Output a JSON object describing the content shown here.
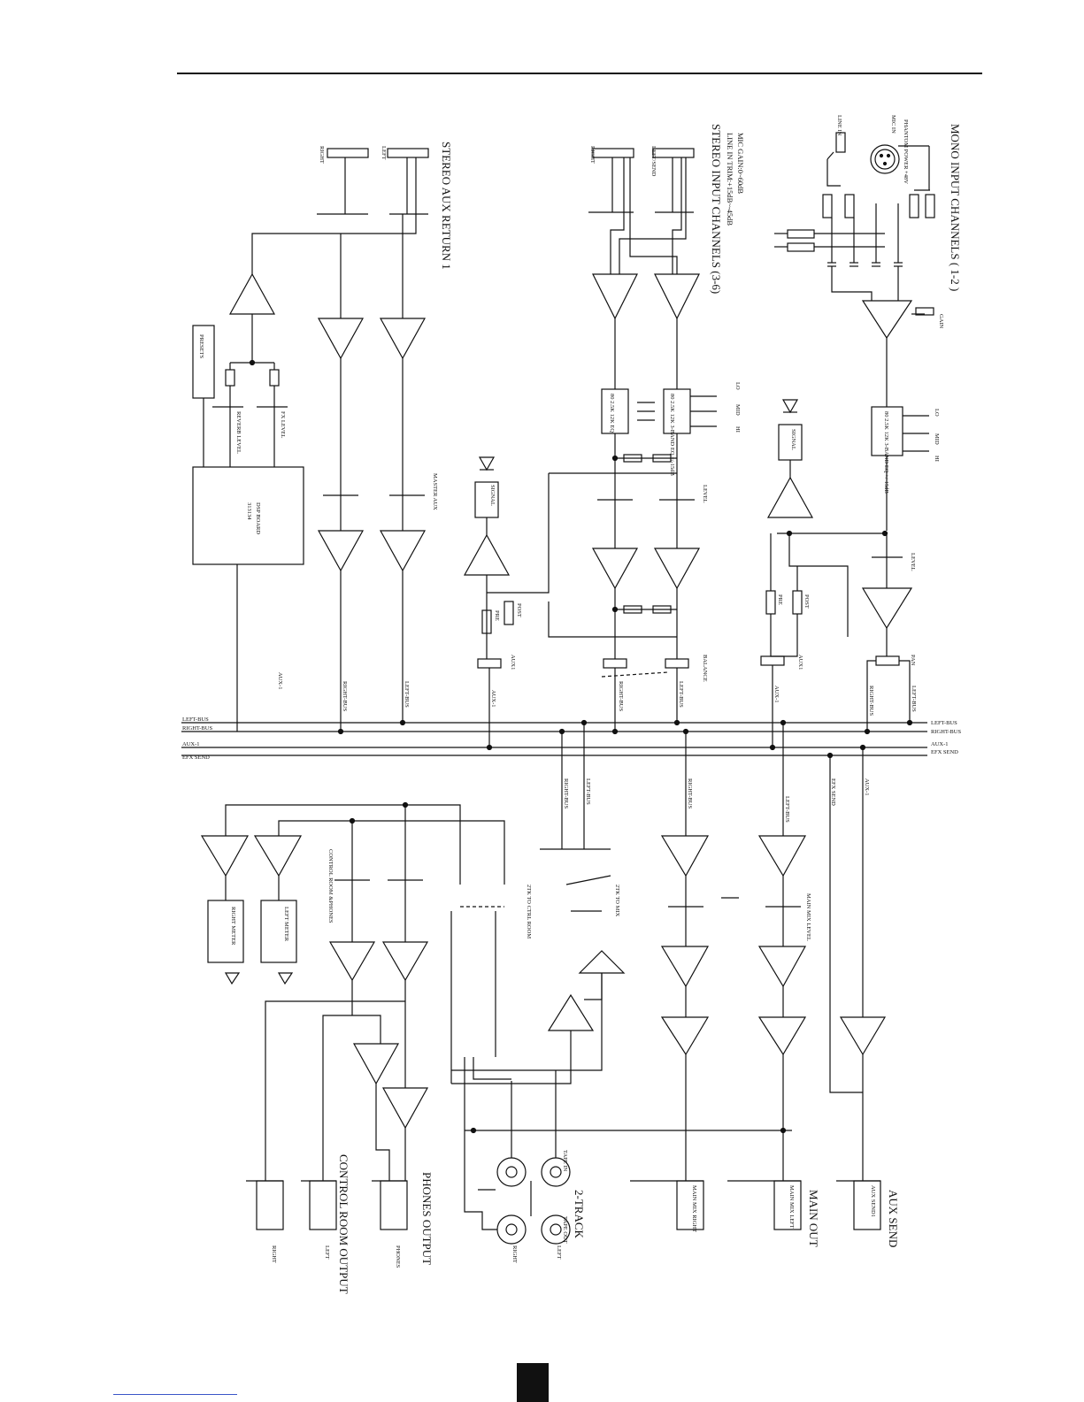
{
  "sections": {
    "mono_input": "MONO INPUT CHANNELS ( 1-2 )",
    "stereo_input": "STEREO INPUT CHANNELS (3-6)",
    "stereo_aux_return": "STEREO AUX RETURN 1",
    "aux_send": "AUX SEND",
    "main_out": "MAIN OUT",
    "two_track": "2-TRACK",
    "phones_output": "PHONES OUTPUT",
    "control_room_output": "CONTROL ROOM OUTPUT"
  },
  "notes": {
    "mic_gain": "MIC GAIN:0~60dB",
    "line_trim": "LINE IN TRIM:+15dB~-45dB",
    "phantom": "PHANTOM POWER +48V"
  },
  "connectors": {
    "mic_in": "MIC IN",
    "line_in": "LINE IN",
    "left_line": "LEFT",
    "right_line": "RIGHT",
    "left_send": "LEFT/SEND",
    "aux_send_jack": "AUX SEND1",
    "main_mix_left": "MAIN MIX LEFT",
    "main_mix_right": "MAIN MIX RIGHT",
    "tape_in": "TAPE IN",
    "tape_out": "TAPE OUT",
    "rca_left": "LEFT",
    "rca_right": "RIGHT",
    "phones": "PHONES",
    "cr_left": "LEFT",
    "cr_right": "RIGHT"
  },
  "buses": {
    "left_bus": "LEFT-BUS",
    "right_bus": "RIGHT-BUS",
    "aux1": "AUX-1",
    "efx_send": "EFX SEND"
  },
  "blocks": {
    "gain": "GAIN",
    "eq_mono": "80  2.5K  12K 3-BAND EQ +/-15dB",
    "eq_stereo_top": "80  2.5K  12K 3-BAND EQ +/-15dB",
    "eq_stereo_bottom": "80  2.5K  12K EQ",
    "lo": "LO",
    "mid": "MID",
    "hi": "HI",
    "level": "LEVEL",
    "pan": "PAN",
    "balance": "BALANCE",
    "aux1": "AUX1",
    "pre": "PRE",
    "post": "POST",
    "signal_led": "SIGNAL",
    "presets": "PRESETS",
    "reverb_level": "REVERB LEVEL",
    "fx_level": "FX LEVEL",
    "dsp_board": "DSP BOARD",
    "dsp_code": "313134",
    "master_aux": "MASTER AUX",
    "main_mix_level": "MAIN MIX LEVEL",
    "two_tk_to_mix": "2TK TO MIX",
    "two_tk_to_ctrl": "2TK TO CTRL ROOM",
    "control_room_phones": "CONTROL ROOM &PHONES",
    "left_meter": "LEFT METER",
    "right_meter": "RIGHT METER"
  },
  "page_number": ""
}
